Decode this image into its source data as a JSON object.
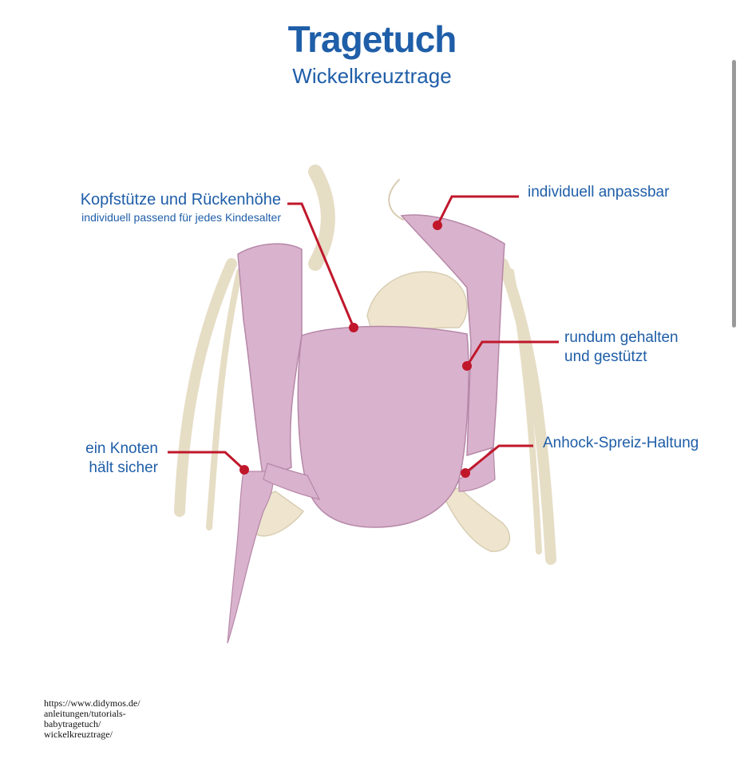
{
  "title": "Tragetuch",
  "subtitle": "Wickelkreuztrage",
  "callouts": {
    "head_support": {
      "main": "Kopfstütze und Rückenhöhe",
      "detail": "individuell passend für jedes Kindesalter"
    },
    "adjustable": "individuell anpassbar",
    "held": "rundum gehalten\nund gestützt",
    "knot": "ein Knoten\nhält sicher",
    "posture": "Anhock-Spreiz-Haltung"
  },
  "source_url": "https://www.didymos.de/\nanleitungen/tutorials-\nbabytragetuch/\nwickelkreuztrage/",
  "colors": {
    "title": "#1f5ea8",
    "callout_line": "#c0172b",
    "wrap": "#d9b2cd",
    "wrap_edge": "#b688a8",
    "baby": "#efe5cf",
    "hair": "#e6ddc5"
  }
}
